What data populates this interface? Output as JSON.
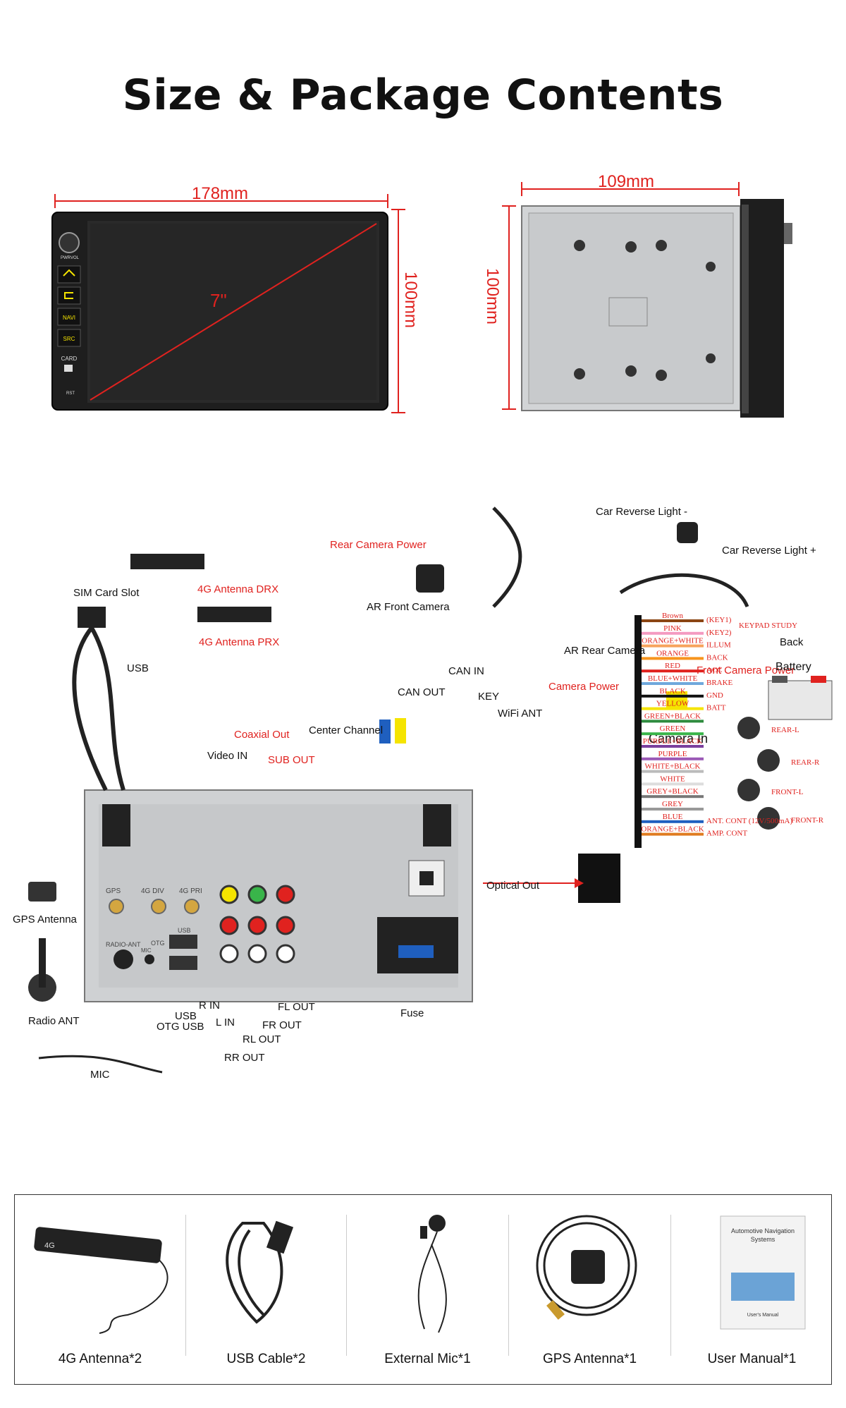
{
  "title": "Size & Package Contents",
  "dimensions": {
    "front_width": "178mm",
    "front_height": "100mm",
    "screen_diag": "7\"",
    "side_depth": "109mm",
    "side_height": "100mm"
  },
  "device_buttons": [
    "PWR",
    "VOL",
    "NAVI",
    "SRC",
    "CARD",
    "RST"
  ],
  "wiring_labels": {
    "sim_card_slot": "SIM Card Slot",
    "usb_top": "USB",
    "antenna_drx": "4G Antenna DRX",
    "antenna_prx": "4G Antenna PRX",
    "coaxial_out": "Coaxial Out",
    "video_in": "Video IN",
    "sub_out": "SUB OUT",
    "rear_camera_power": "Rear Camera Power",
    "ar_front_camera": "AR Front Camera",
    "can_out": "CAN OUT",
    "can_in": "CAN IN",
    "key": "KEY",
    "wifi_ant": "WiFi ANT",
    "camera_power": "Camera Power",
    "center_channel": "Center Channel",
    "optical_out": "Optical Out",
    "gps_antenna": "GPS Antenna",
    "radio_ant": "Radio ANT",
    "mic": "MIC",
    "otg_usb": "OTG USB",
    "usb_bottom": "USB",
    "r_in": "R IN",
    "l_in": "L IN",
    "rl_out": "RL OUT",
    "rr_out": "RR OUT",
    "fl_out": "FL OUT",
    "fr_out": "FR OUT",
    "fuse": "Fuse",
    "car_reverse_light_minus": "Car Reverse Light -",
    "car_reverse_light_plus": "Car Reverse Light +",
    "ar_rear_camera": "AR Rear Camera",
    "back": "Back",
    "front_camera_power": "Front Camera Power",
    "camera_in": "Camera In",
    "battery": "Battery",
    "keypad_study": "KEYPAD STUDY"
  },
  "panel_labels": [
    "GPS",
    "4G DIV",
    "4G PRI",
    "RADIO-ANT",
    "OTG",
    "USB",
    "MIC"
  ],
  "wires": [
    {
      "name": "Brown",
      "fn": "(KEY1)",
      "color": "#8b4513"
    },
    {
      "name": "PINK",
      "fn": "(KEY2)",
      "color": "#f49ac1"
    },
    {
      "name": "ORANGE+WHITE",
      "fn": "ILLUM",
      "color": "#f7a35c"
    },
    {
      "name": "ORANGE",
      "fn": "BACK",
      "color": "#f7941d"
    },
    {
      "name": "RED",
      "fn": "ACC",
      "color": "#e0221f"
    },
    {
      "name": "BLUE+WHITE",
      "fn": "BRAKE",
      "color": "#6fa8dc"
    },
    {
      "name": "BLACK",
      "fn": "GND",
      "color": "#111111"
    },
    {
      "name": "YELLOW",
      "fn": "BATT",
      "color": "#f5e400"
    },
    {
      "name": "GREEN+BLACK",
      "fn": "",
      "color": "#2e8b3e"
    },
    {
      "name": "GREEN",
      "fn": "",
      "color": "#39b54a"
    },
    {
      "name": "PURPLE+BLACK",
      "fn": "",
      "color": "#7b3f9e"
    },
    {
      "name": "PURPLE",
      "fn": "",
      "color": "#9b59b6"
    },
    {
      "name": "WHITE+BLACK",
      "fn": "",
      "color": "#bbbbbb"
    },
    {
      "name": "WHITE",
      "fn": "",
      "color": "#dddddd"
    },
    {
      "name": "GREY+BLACK",
      "fn": "",
      "color": "#777777"
    },
    {
      "name": "GREY",
      "fn": "",
      "color": "#999999"
    },
    {
      "name": "BLUE",
      "fn": "ANT. CONT (12V/500mA)",
      "color": "#1f5fbf"
    },
    {
      "name": "ORANGE+BLACK",
      "fn": "AMP. CONT",
      "color": "#e07b20"
    }
  ],
  "speakers": [
    "REAR-L",
    "REAR-R",
    "FRONT-L",
    "FRONT-R"
  ],
  "package_items": [
    {
      "label": "4G Antenna",
      "qty": "*2"
    },
    {
      "label": "USB Cable",
      "qty": "*2"
    },
    {
      "label": "External Mic",
      "qty": "*1"
    },
    {
      "label": "GPS Antenna",
      "qty": "*1"
    },
    {
      "label": "User Manual",
      "qty": "*1"
    }
  ],
  "manual_text": {
    "title_line1": "Automotive Navigation",
    "title_line2": "Systems",
    "footer": "User's Manual"
  },
  "colors": {
    "accent": "#e0221f",
    "metal": "#c8c8c8",
    "dark": "#1a1a1a"
  }
}
